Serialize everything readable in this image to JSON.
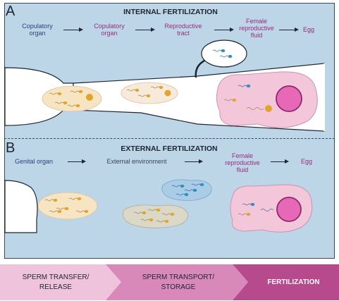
{
  "panel_a": {
    "letter": "A",
    "title": "INTERNAL FERTILIZATION",
    "flow": [
      "Copulatory\norgan",
      "Copulatory\norgan",
      "Reproductive\ntract",
      "Female\nreproductive\nfluid",
      "Egg"
    ]
  },
  "panel_b": {
    "letter": "B",
    "title": "EXTERNAL FERTILIZATION",
    "flow": [
      "Genital organ",
      "External environment",
      "Female\nreproductive\nfluid",
      "Egg"
    ]
  },
  "stages": [
    "SPERM TRANSFER/\nRELEASE",
    "SPERM TRANSPORT/\nSTORAGE",
    "FERTILIZATION"
  ],
  "colors": {
    "panel_bg": "#bcd6e8",
    "label_blue": "#2d3f7a",
    "label_purple": "#9b2a7a",
    "female_fluid": "#f4c6da",
    "egg": "#e868b8",
    "stage1": "#efc3dc",
    "stage2": "#d988ba",
    "stage3": "#b64a8d"
  }
}
